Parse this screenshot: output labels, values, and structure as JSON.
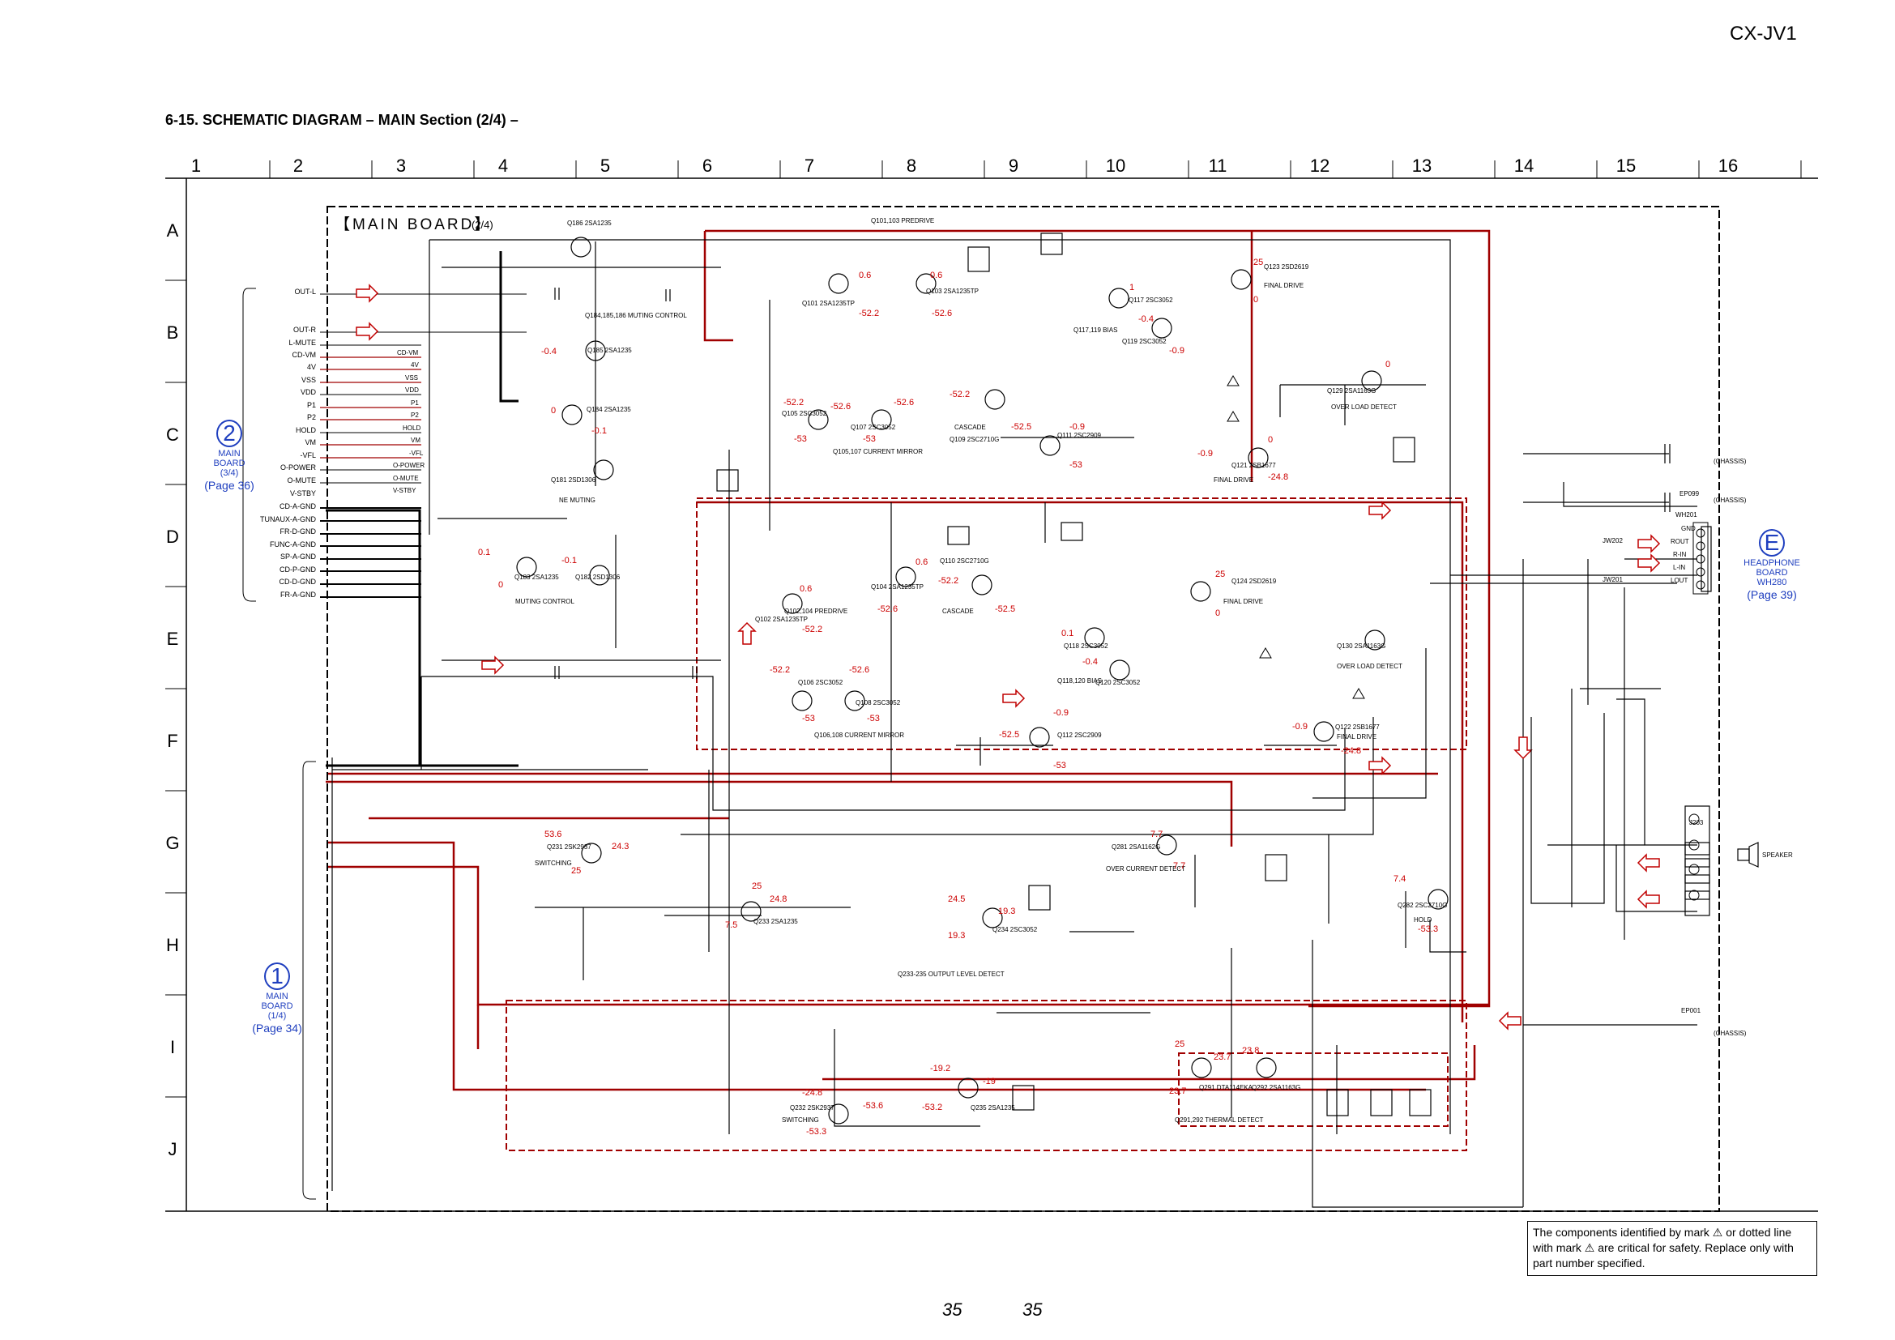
{
  "header": {
    "model": "CX-JV1",
    "title": "6-15.  SCHEMATIC  DIAGRAM  – MAIN Section (2/4) –"
  },
  "grid": {
    "columns": [
      "1",
      "2",
      "3",
      "4",
      "5",
      "6",
      "7",
      "8",
      "9",
      "10",
      "11",
      "12",
      "13",
      "14",
      "15",
      "16"
    ],
    "rows": [
      "A",
      "B",
      "C",
      "D",
      "E",
      "F",
      "G",
      "H",
      "I",
      "J"
    ]
  },
  "board": {
    "label": "【MAIN  BOARD】",
    "sub": "(2/4)"
  },
  "connectors": {
    "main_2": {
      "num": "2",
      "name1": "MAIN",
      "name2": "BOARD",
      "sub": "(3/4)",
      "page": "(Page 36)"
    },
    "main_1": {
      "num": "1",
      "name1": "MAIN",
      "name2": "BOARD",
      "sub": "(1/4)",
      "page": "(Page 34)"
    },
    "headphone_e": {
      "num": "E",
      "name1": "HEADPHONE",
      "name2": "BOARD",
      "sub": "WH280",
      "page": "(Page 39)"
    }
  },
  "left_signals": [
    "OUT-L",
    "OUT-R",
    "L-MUTE",
    "CD-VM",
    "4V",
    "VSS",
    "VDD",
    "P1",
    "P2",
    "HOLD",
    "VM",
    "-VFL",
    "O-POWER",
    "O-MUTE",
    "V-STBY",
    "CD-A-GND",
    "TUNAUX-A-GND",
    "FR-D-GND",
    "FUNC-A-GND",
    "SP-A-GND",
    "CD-P-GND",
    "CD-D-GND",
    "FR-A-GND"
  ],
  "bus_signals": [
    "CD-VM",
    "4V",
    "VSS",
    "VDD",
    "P1",
    "P2",
    "HOLD",
    "VM",
    "-VFL",
    "O-POWER",
    "O-MUTE",
    "V-STBY"
  ],
  "right_connector": {
    "ref": "WH201",
    "pins": [
      "GND",
      "ROUT",
      "R-IN",
      "L-IN",
      "LOUT"
    ],
    "jumpers": [
      "JW202",
      "JW201"
    ],
    "ep": "EP099",
    "chassis": "(CHASSIS)"
  },
  "speaker": {
    "label": "SPEAKER",
    "ref": "J203"
  },
  "components": {
    "q186": "Q186 2SA1235",
    "q101": "Q101 2SA1235TP",
    "q103": "Q103 2SA1235TP",
    "q117": "Q117 2SC3052",
    "q119": "Q119 2SC3052",
    "q123": "Q123 2SD2619",
    "q121": "Q121 2SB1677",
    "q129": "Q129 2SA1163G",
    "q105": "Q105 2SC3052",
    "q107": "Q107 2SC3052",
    "q109": "Q109 2SC2710G",
    "q111": "Q111 2SC2909",
    "q181": "Q181 2SD1306",
    "q182": "Q182 2SD1306",
    "q183": "Q183 2SA1235",
    "q184": "Q184 2SA1235",
    "q185": "Q185 2SA1235",
    "q102": "Q102 2SA1235TP",
    "q104": "Q104 2SA1235TP",
    "q110": "Q110 2SC2710G",
    "q118": "Q118 2SC3052",
    "q120": "Q120 2SC3052",
    "q124": "Q124 2SD2619",
    "q130": "Q130 2SA1163G",
    "q106": "Q106 2SC3052",
    "q108": "Q108 2SC3052",
    "q112": "Q112 2SC2909",
    "q122": "Q122 2SB1677",
    "q231": "Q231 2SK2937",
    "q233": "Q233 2SA1235",
    "q234": "Q234 2SC3052",
    "q281": "Q281 2SA1162G",
    "q282": "Q282 2SC2710G",
    "q232": "Q232 2SK2937",
    "q235": "Q235 2SA1235",
    "q291": "Q291 DTA114EKA",
    "q292": "Q292 2SA1163G"
  },
  "function_labels": {
    "predrive_a": "Q101,103 PREDRIVE",
    "predrive_e": "Q102,104 PREDRIVE",
    "current_mirror_c": "Q105,107 CURRENT MIRROR",
    "current_mirror_f": "Q106,108 CURRENT MIRROR",
    "cascade_c": "CASCADE",
    "cascade_e": "CASCADE",
    "bias_b": "Q117,119 BIAS",
    "bias_e": "Q118,120 BIAS",
    "final_drive_b": "FINAL DRIVE",
    "final_drive_d": "FINAL DRIVE",
    "final_drive_c": "FINAL DRIVE",
    "final_drive_f": "FINAL DRIVE",
    "over_load_c": "OVER LOAD DETECT",
    "over_load_e": "OVER LOAD DETECT",
    "muting_b": "Q184,185,186 MUTING CONTROL",
    "muting_c": "NE MUTING",
    "muting_d": "MUTING CONTROL",
    "switching_g": "SWITCHING",
    "switching_i": "SWITCHING",
    "output_level": "Q233-235 OUTPUT LEVEL DETECT",
    "over_current": "OVER CURRENT DETECT",
    "hold": "HOLD",
    "thermal": "Q291,292 THERMAL DETECT"
  },
  "voltages": {
    "v_a1": "0.6",
    "v_a2": "0.6",
    "v_a3": "-52.2",
    "v_a4": "-52.6",
    "v_b1": "-0.4",
    "v_b2": "0",
    "v_b3": "-0.1",
    "v_b4": "1",
    "v_b5": "-0.4",
    "v_b6": "-0.9",
    "v_a5": "25",
    "v_a6": "0",
    "v_c1": "-52.2",
    "v_c2": "-52.6",
    "v_c3": "-52.6",
    "v_c4": "-53",
    "v_c5": "-53",
    "v_c6": "-52.2",
    "v_c7": "-52.5",
    "v_c8": "-0.9",
    "v_c9": "-53",
    "v_c10": "-0.9",
    "v_c11": "-24.8",
    "v_c12": "0",
    "v_c13": "0",
    "v_d1": "0.1",
    "v_d2": "-0.1",
    "v_d3": "0",
    "v_e1": "0.6",
    "v_e2": "0.6",
    "v_e3": "-52.2",
    "v_e4": "-52.6",
    "v_e5": "-52.2",
    "v_e6": "-52.5",
    "v_e7": "0.1",
    "v_e8": "-0.4",
    "v_e9": "25",
    "v_e10": "0",
    "v_f1": "-52.2",
    "v_f2": "-52.6",
    "v_f3": "-53",
    "v_f4": "-53",
    "v_f5": "-0.9",
    "v_f6": "-52.5",
    "v_f7": "-53",
    "v_f8": "-0.9",
    "v_f9": "-24.8",
    "v_g1": "53.6",
    "v_g2": "24.3",
    "v_g3": "25",
    "v_g4": "7.7",
    "v_g5": "7.7",
    "v_h1": "25",
    "v_h2": "24.8",
    "v_h3": "7.5",
    "v_h4": "24.5",
    "v_h5": "19.3",
    "v_h6": "19.3",
    "v_h7": "7.4",
    "v_h8": "-53.3",
    "v_i1": "-24.8",
    "v_i2": "-53.6",
    "v_i3": "-53.3",
    "v_i4": "-53.2",
    "v_i5": "-19",
    "v_i6": "-19.2",
    "v_i7": "25",
    "v_i8": "23.7",
    "v_i9": "23.8",
    "v_i10": "23.7"
  },
  "ground_labels": {
    "chassis": "(CHASSIS)",
    "ep001": "EP001"
  },
  "note": "The components identified by mark ⚠ or dotted line with mark ⚠ are critical for safety. Replace only with part number specified.",
  "page_numbers": [
    "35",
    "35"
  ]
}
